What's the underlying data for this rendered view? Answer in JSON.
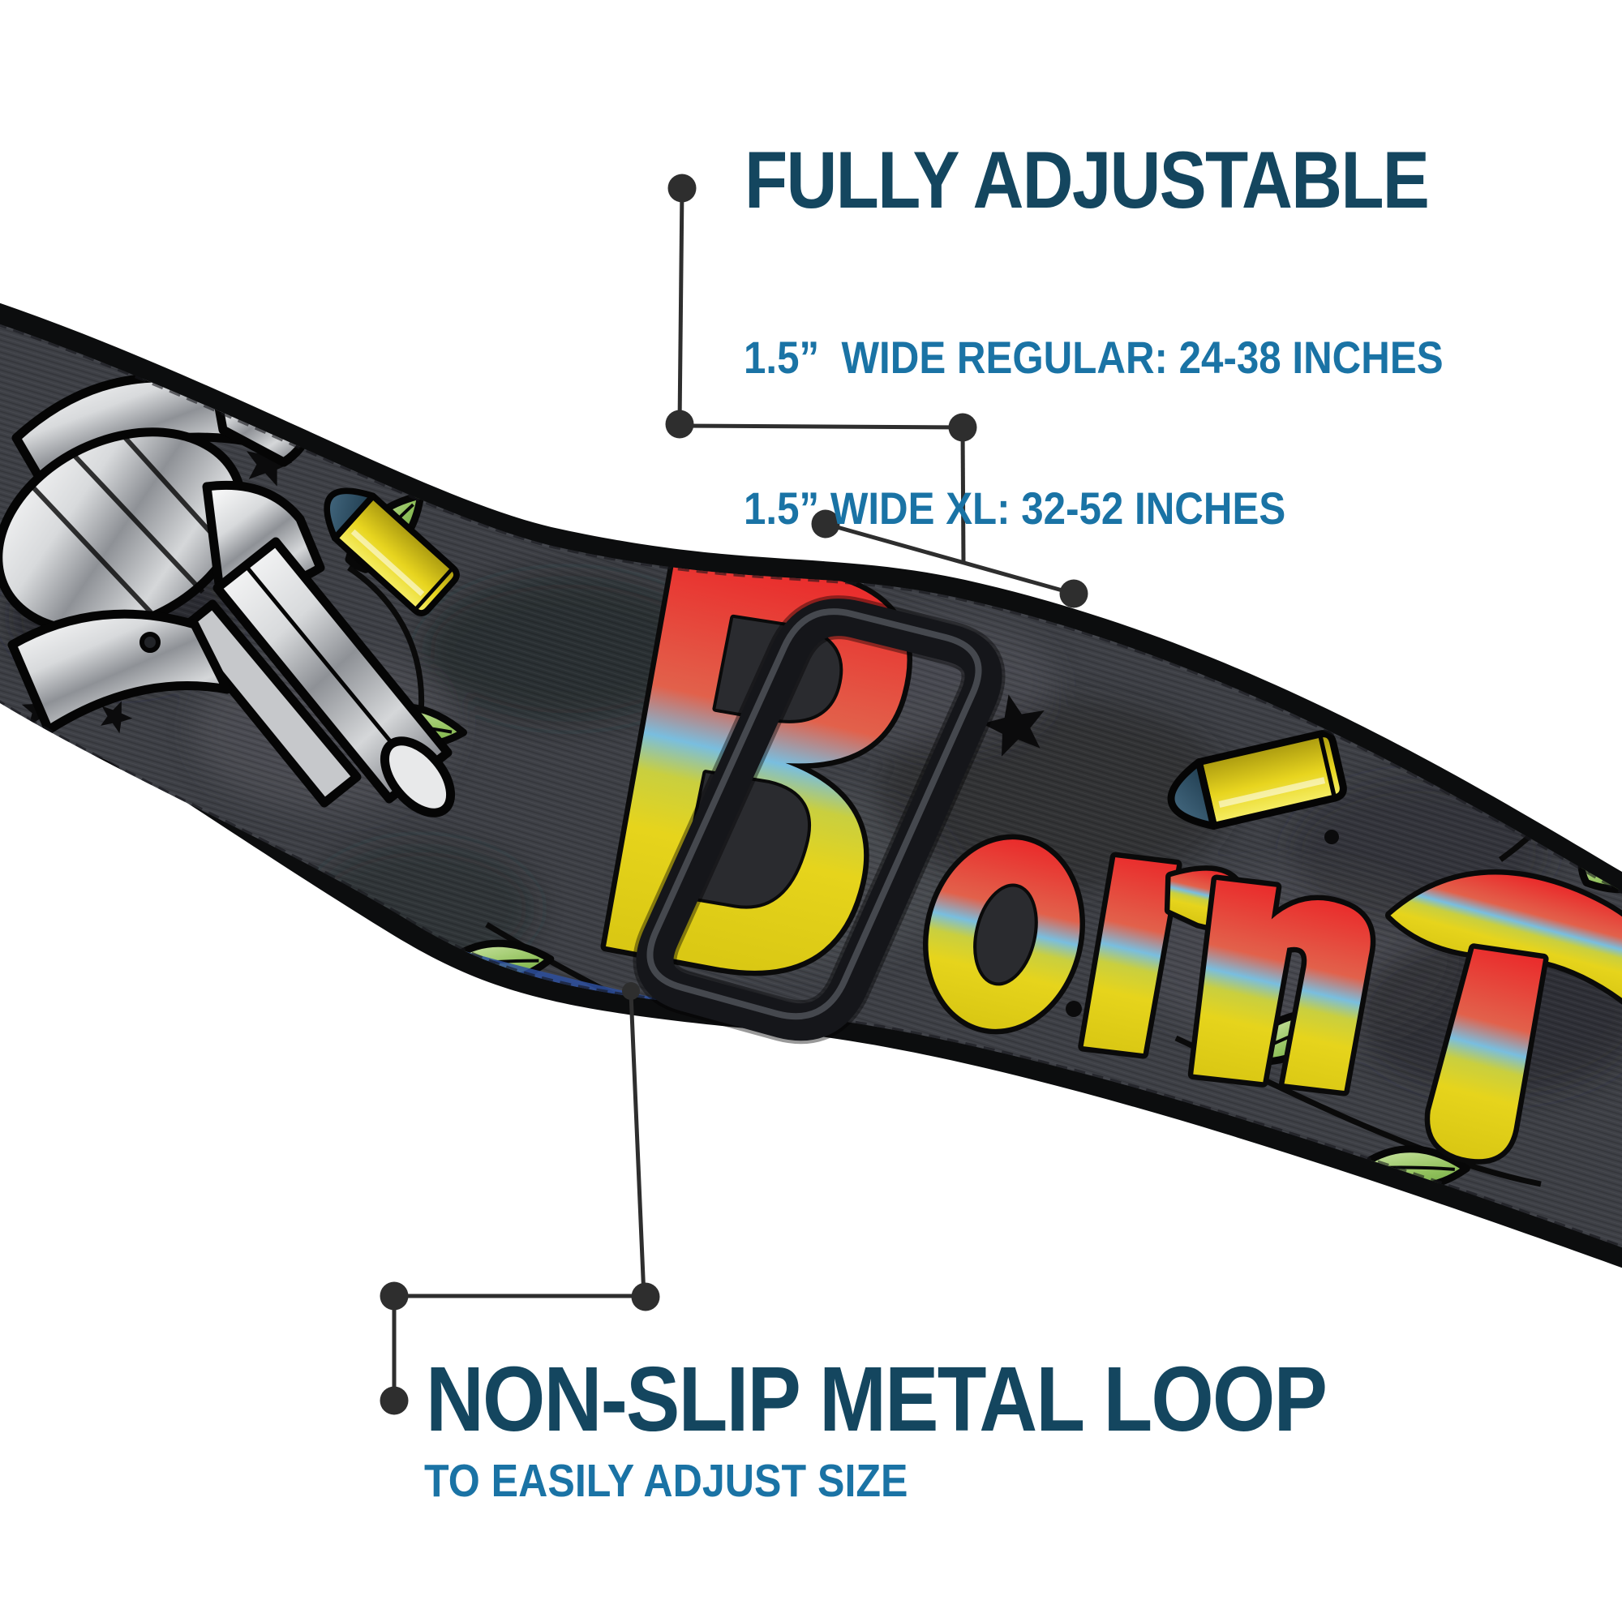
{
  "page": {
    "background_color": "#ffffff",
    "kind": "product infographic"
  },
  "callout_top": {
    "title": "FULLY ADJUSTABLE",
    "spec_line_1": "1.5”  WIDE REGULAR: 24-38 INCHES",
    "spec_line_2": "1.5” WIDE XL: 32-52 INCHES",
    "title_color": "#14465f",
    "spec_color": "#1a73a5"
  },
  "callout_bottom": {
    "title": "NON-SLIP METAL LOOP",
    "subtitle": "TO EASILY ADJUST SIZE",
    "title_color": "#14465f",
    "subtitle_color": "#1a73a5"
  },
  "connectors": {
    "color": "#2e2e2e"
  },
  "strap": {
    "visible_lettering": "Born T",
    "base_color": "#3e4046",
    "edge_color": "#0c0d0e",
    "underside_edge_color": "#2d4f9e",
    "slider_color": "#15161a",
    "motifs": [
      "revolver",
      "bullets",
      "leaves",
      "stars"
    ],
    "motif_colors": {
      "silver": "#d9dadc",
      "bullet_yellow": "#e8d51f",
      "bullet_tip_blue": "#2c4b61",
      "leaf_green": "#6fae3f",
      "letter_red": "#ea2b2b",
      "letter_blue": "#74bcdf",
      "letter_yellow": "#e6d41c"
    }
  }
}
